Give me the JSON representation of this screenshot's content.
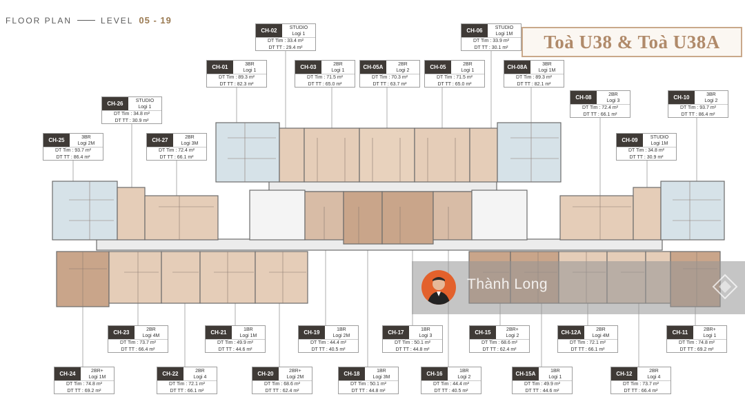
{
  "header": {
    "floor_label": "FLOOR PLAN",
    "level_word": "LEVEL",
    "level_range": "05 - 19"
  },
  "title": "Toà U38 & Toà U38A",
  "labels": {
    "dt_tim": "DT Tim :",
    "dt_tt": "DT TT :"
  },
  "units": [
    {
      "code": "CH-02",
      "type": "STUDIO",
      "logi": "Logi 1",
      "dt_tim": "33.4 m²",
      "dt_tt": "29.4 m²"
    },
    {
      "code": "CH-06",
      "type": "STUDIO",
      "logi": "Logi 1M",
      "dt_tim": "33.9 m²",
      "dt_tt": "30.1 m²"
    },
    {
      "code": "CH-01",
      "type": "3BR",
      "logi": "Logi 1",
      "dt_tim": "89.3 m²",
      "dt_tt": "82.3 m²"
    },
    {
      "code": "CH-03",
      "type": "2BR",
      "logi": "Logi 1",
      "dt_tim": "71.5 m²",
      "dt_tt": "65.0 m²"
    },
    {
      "code": "CH-05A",
      "type": "2BR",
      "logi": "Logi 2",
      "dt_tim": "70.3 m²",
      "dt_tt": "63.7 m²"
    },
    {
      "code": "CH-05",
      "type": "2BR",
      "logi": "Logi 1",
      "dt_tim": "71.5 m²",
      "dt_tt": "65.0 m²"
    },
    {
      "code": "CH-08A",
      "type": "3BR",
      "logi": "Logi 1M",
      "dt_tim": "89.3 m²",
      "dt_tt": "82.1 m²"
    },
    {
      "code": "CH-26",
      "type": "STUDIO",
      "logi": "Logi 1",
      "dt_tim": "34.8 m²",
      "dt_tt": "30.9 m²"
    },
    {
      "code": "CH-08",
      "type": "2BR",
      "logi": "Logi 3",
      "dt_tim": "72.4 m²",
      "dt_tt": "66.1 m²"
    },
    {
      "code": "CH-10",
      "type": "3BR",
      "logi": "Logi 2",
      "dt_tim": "93.7 m²",
      "dt_tt": "86.4 m²"
    },
    {
      "code": "CH-25",
      "type": "3BR",
      "logi": "Logi 2M",
      "dt_tim": "93.7 m²",
      "dt_tt": "86.4 m²"
    },
    {
      "code": "CH-27",
      "type": "2BR",
      "logi": "Logi 3M",
      "dt_tim": "72.4 m²",
      "dt_tt": "66.1 m²"
    },
    {
      "code": "CH-09",
      "type": "STUDIO",
      "logi": "Logi 1M",
      "dt_tim": "34.8 m²",
      "dt_tt": "30.9 m²"
    },
    {
      "code": "CH-23",
      "type": "2BR",
      "logi": "Logi 4M",
      "dt_tim": "73.7 m²",
      "dt_tt": "66.4 m²"
    },
    {
      "code": "CH-21",
      "type": "1BR",
      "logi": "Logi 1M",
      "dt_tim": "49.9 m²",
      "dt_tt": "44.6 m²"
    },
    {
      "code": "CH-19",
      "type": "1BR",
      "logi": "Logi 2M",
      "dt_tim": "44.4 m²",
      "dt_tt": "40.5 m²"
    },
    {
      "code": "CH-17",
      "type": "1BR",
      "logi": "Logi 3",
      "dt_tim": "50.1 m²",
      "dt_tt": "44.8 m²"
    },
    {
      "code": "CH-15",
      "type": "2BR+",
      "logi": "Logi 2",
      "dt_tim": "68.6 m²",
      "dt_tt": "62.4 m²"
    },
    {
      "code": "CH-12A",
      "type": "2BR",
      "logi": "Logi 4M",
      "dt_tim": "72.1 m²",
      "dt_tt": "66.1 m²"
    },
    {
      "code": "CH-11",
      "type": "2BR+",
      "logi": "Logi 1",
      "dt_tim": "74.8 m²",
      "dt_tt": "69.2 m²"
    },
    {
      "code": "CH-24",
      "type": "2BR+",
      "logi": "Logi 1M",
      "dt_tim": "74.8 m²",
      "dt_tt": "69.2 m²"
    },
    {
      "code": "CH-22",
      "type": "2BR",
      "logi": "Logi 4",
      "dt_tim": "72.1 m²",
      "dt_tt": "66.1 m²"
    },
    {
      "code": "CH-20",
      "type": "2BR+",
      "logi": "Logi 2M",
      "dt_tim": "68.6 m²",
      "dt_tt": "62.4 m²"
    },
    {
      "code": "CH-18",
      "type": "1BR",
      "logi": "Logi 3M",
      "dt_tim": "50.1 m²",
      "dt_tt": "44.8 m²"
    },
    {
      "code": "CH-16",
      "type": "1BR",
      "logi": "Logi 2",
      "dt_tim": "44.4 m²",
      "dt_tt": "40.5 m²"
    },
    {
      "code": "CH-15A",
      "type": "1BR",
      "logi": "Logi 1",
      "dt_tim": "49.9 m²",
      "dt_tt": "44.6 m²"
    },
    {
      "code": "CH-12",
      "type": "2BR",
      "logi": "Logi 4",
      "dt_tim": "73.7 m²",
      "dt_tt": "66.4 m²"
    }
  ],
  "agent": {
    "name": "Thành Long"
  },
  "colors": {
    "unit_blue": "#d6e2e8",
    "unit_tan": "#e5cdb8",
    "unit_brown": "#c9a58a",
    "title_border": "#c9a88a",
    "accent": "#9a7a52"
  }
}
